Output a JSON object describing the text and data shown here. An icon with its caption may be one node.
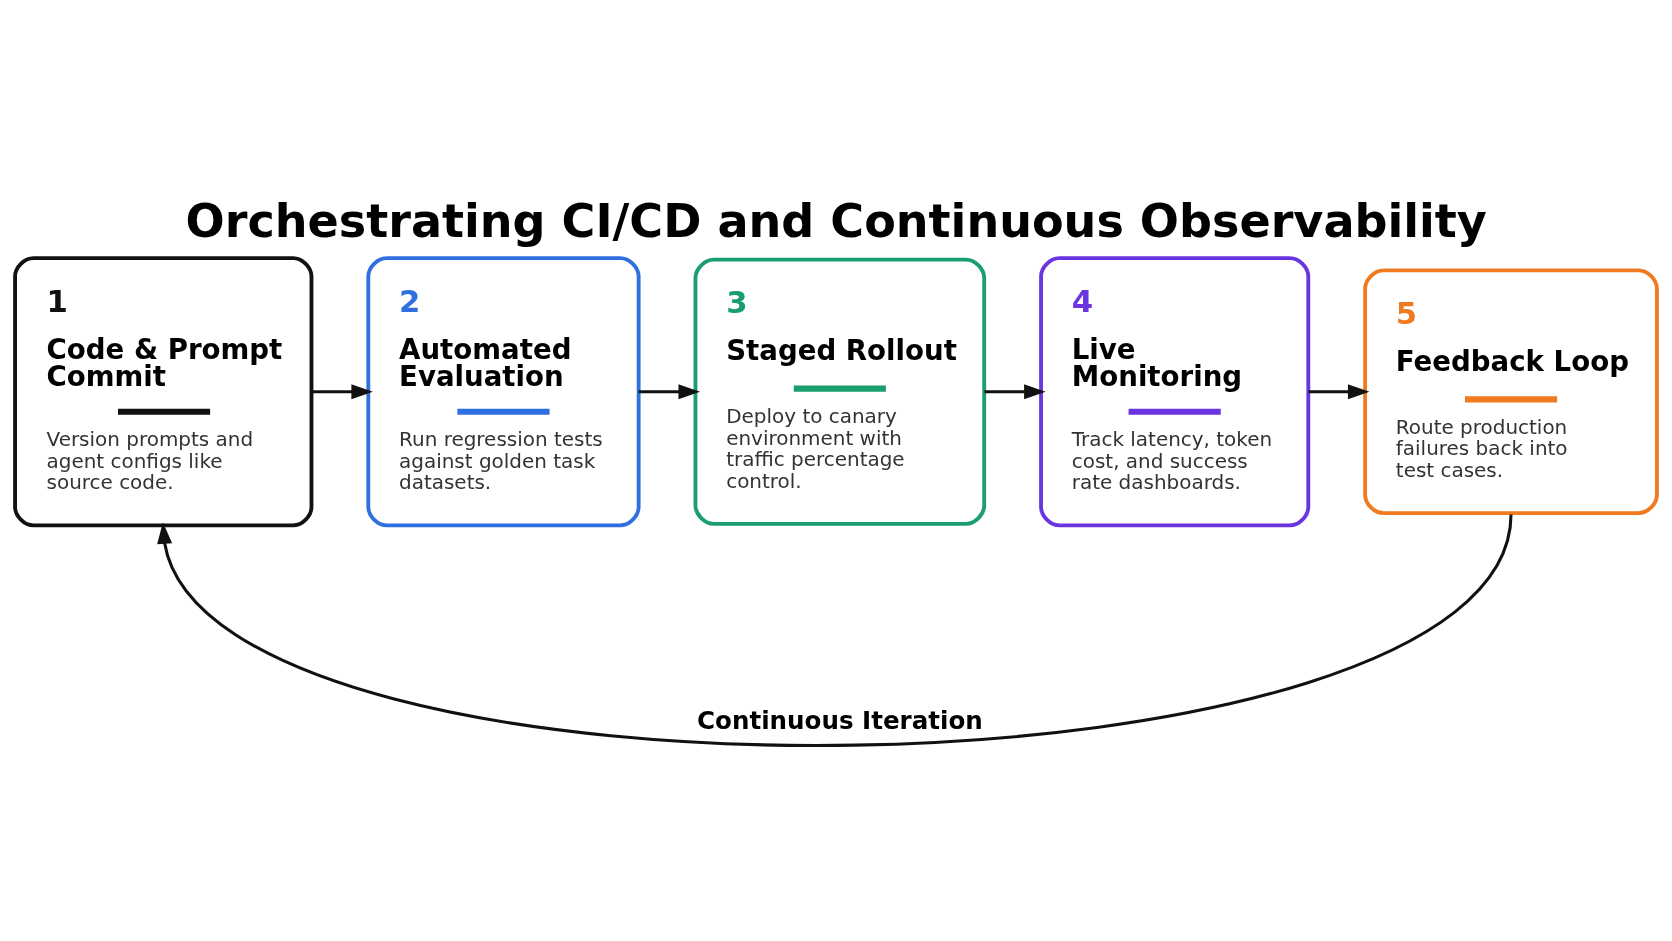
{
  "diagram": {
    "title": "Orchestrating CI/CD and Continuous Observability",
    "nodes": [
      {
        "text": [
          "1",
          "Code & Prompt Commit",
          "Version prompts and agent configs like source code."
        ]
      },
      {
        "text": [
          "2",
          "Automated Evaluation",
          "Run regression tests against golden task datasets."
        ]
      },
      {
        "text": [
          "3",
          "Staged Rollout",
          "Deploy to canary environment with traffic percentage control."
        ]
      },
      {
        "text": [
          "4",
          "Live Monitoring",
          "Track latency, token cost, and success rate dashboards."
        ]
      },
      {
        "text": [
          "5",
          "Feedback Loop",
          "Route production failures back into test cases."
        ]
      }
    ],
    "edges": [
      {
        "from": 0,
        "to": 1,
        "arrow": "to"
      },
      {
        "from": 1,
        "to": 2,
        "arrow": "to"
      },
      {
        "from": 2,
        "to": 3,
        "arrow": "to"
      },
      {
        "from": 3,
        "to": 4,
        "arrow": "to"
      },
      {
        "from": 4,
        "to": 0,
        "arrow": "to",
        "label": "Continuous Iteration"
      }
    ]
  }
}
